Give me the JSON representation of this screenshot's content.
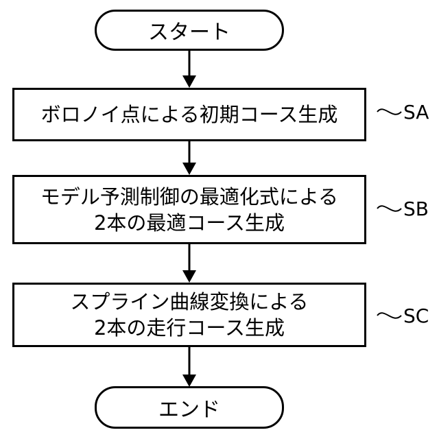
{
  "start": "スタート",
  "end": "エンド",
  "steps": [
    {
      "id": "SA",
      "lines": [
        "ボロノイ点による初期コース生成"
      ]
    },
    {
      "id": "SB",
      "lines": [
        "モデル予測制御の最適化式による",
        "2本の最適コース生成"
      ]
    },
    {
      "id": "SC",
      "lines": [
        "スプライン曲線変換による",
        "2本の走行コース生成"
      ]
    }
  ]
}
